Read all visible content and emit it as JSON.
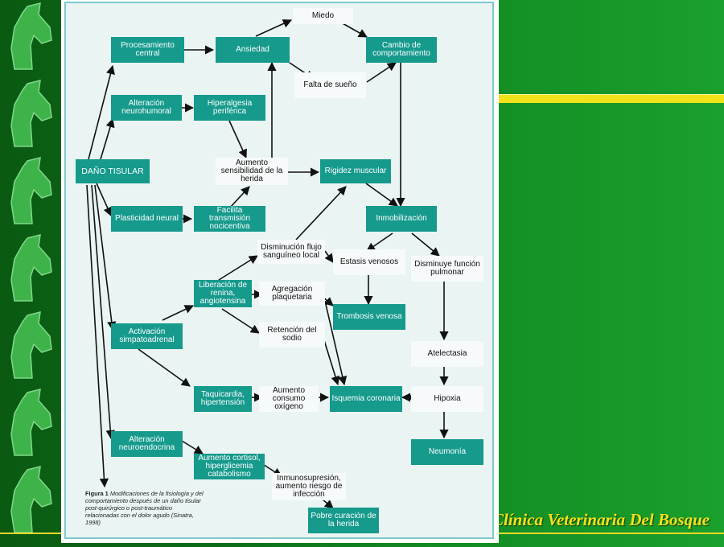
{
  "nodes": {
    "dano_tisular": "DAÑO TISULAR",
    "procesamiento_central": "Procesamiento central",
    "ansiedad": "Ansiedad",
    "miedo": "Miedo",
    "cambio_comportamiento": "Cambio de comportamiento",
    "falta_sueno": "Falta de sueño",
    "alteracion_neurohumoral": "Alteración neurohumoral",
    "hiperalgesia_periferica": "Hiperalgesia periférica",
    "aumento_sensibilidad": "Aumento sensibilidad de la herida",
    "rigidez_muscular": "Rigidez muscular",
    "plasticidad_neural": "Plasticidad neural",
    "facilita_transmision": "Facilita transmisión nocicentiva",
    "inmobilizacion": "Inmobilización",
    "disminucion_flujo": "Disminución flujo sanguíneo local",
    "estasis_venosos": "Estasis venosos",
    "disminuye_funcion": "Disminuye función pulmonar",
    "liberacion_renina": "Liberación de renina, angiotensina",
    "agregacion_plaquetaria": "Agregación plaquetaria",
    "trombosis_venosa": "Trombosis venosa",
    "activacion_simpatoadrenal": "Activación simpatoadrenal",
    "retencion_sodio": "Retención del sodio",
    "atelectasia": "Atelectasia",
    "taquicardia": "Taquicardia, hipertensión",
    "aumento_consumo": "Aumento consumo oxígeno",
    "isquemia_coronaria": "Isquemia coronaria",
    "hipoxia": "Hipoxia",
    "alteracion_neuroendocrina": "Alteración neuroendocrina",
    "aumento_cortisol": "Aumento cortisol, hiperglicemia catabolismo",
    "neumonia": "Neumonía",
    "inmunosupresion": "Inmunosupresión, aumento riesgo de infección",
    "pobre_curacion": "Pobre curación de la herida"
  },
  "caption": {
    "label": "Figura 1",
    "text": "Modificaciones de la fisiología y del comportamiento después de un daño tisular post-quirúrgico o post-traumático relacionadas con el dolor agudo (Sinatra, 1998)"
  },
  "footer": {
    "text": "Clínica Veterinaria Del Bosque"
  },
  "colors": {
    "teal_box": "#159a8c",
    "white_box": "#f6fafa",
    "footer_text": "#f5e21a",
    "bar": "#f2e21a"
  },
  "icons": [
    "horse-head-icon"
  ]
}
